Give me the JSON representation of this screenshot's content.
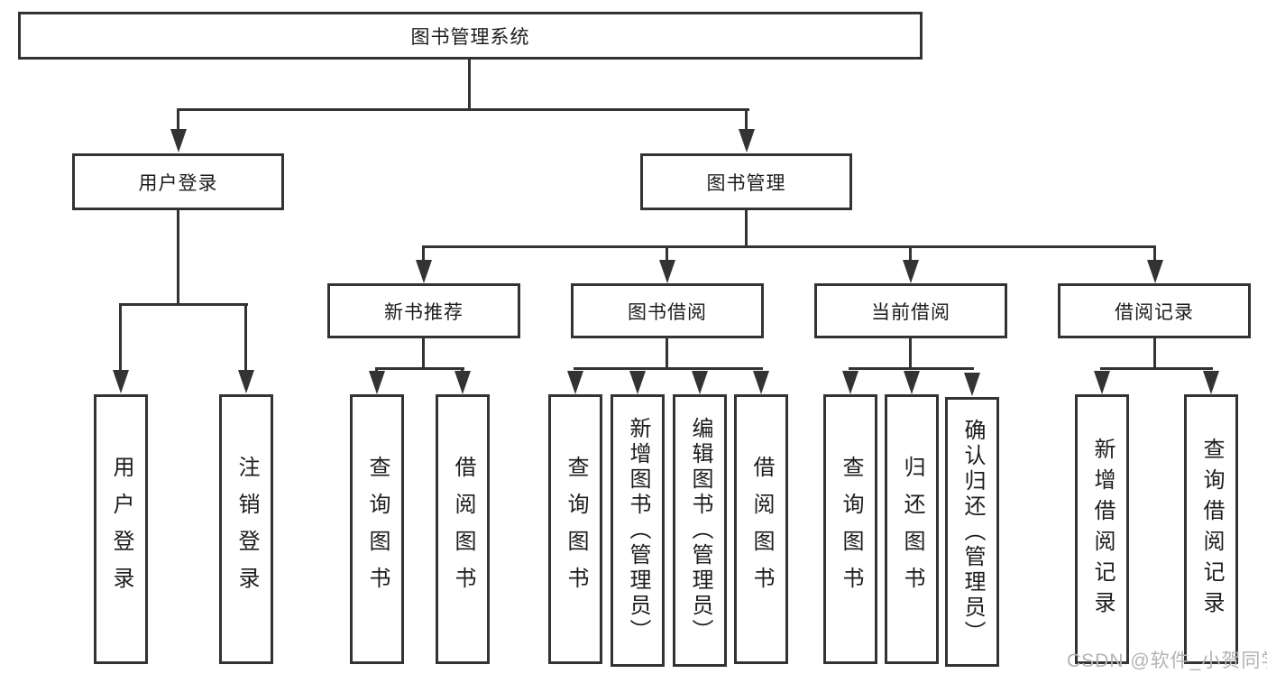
{
  "diagram_type": "hierarchy-tree",
  "colors": {
    "line": "#333333",
    "text": "#1c1c1c",
    "watermark": "#b3b3b3",
    "background": "#ffffff"
  },
  "root": {
    "label": "图书管理系统"
  },
  "branches": [
    {
      "label": "用户登录",
      "children": [
        {
          "label": "用户登录"
        },
        {
          "label": "注销登录"
        }
      ]
    },
    {
      "label": "图书管理",
      "children": [
        {
          "label": "新书推荐",
          "children": [
            {
              "label": "查询图书"
            },
            {
              "label": "借阅图书"
            }
          ]
        },
        {
          "label": "图书借阅",
          "children": [
            {
              "label": "查询图书"
            },
            {
              "label": "新增图书（管理员）"
            },
            {
              "label": "编辑图书（管理员）"
            },
            {
              "label": "借阅图书"
            }
          ]
        },
        {
          "label": "当前借阅",
          "children": [
            {
              "label": "查询图书"
            },
            {
              "label": "归还图书"
            },
            {
              "label": "确认归还（管理员）"
            }
          ]
        },
        {
          "label": "借阅记录",
          "children": [
            {
              "label": "新增借阅记录"
            },
            {
              "label": "查询借阅记录"
            }
          ]
        }
      ]
    }
  ],
  "watermark": {
    "text": "CSDN @软件_小贺同学"
  }
}
